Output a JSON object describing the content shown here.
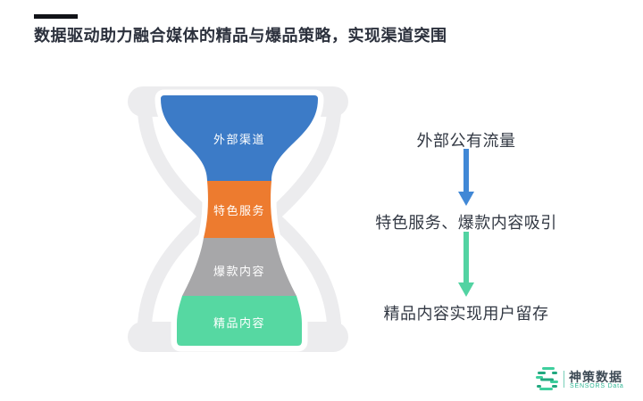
{
  "slide": {
    "title": "数据驱动助力融合媒体的精品与爆品策略，实现渠道突围"
  },
  "hourglass": {
    "frame_color": "#ececee",
    "label_color": "#ffffff",
    "segments": [
      {
        "label": "外部渠道",
        "color": "#3c7bc7"
      },
      {
        "label": "特色服务",
        "color": "#ed7b2f"
      },
      {
        "label": "爆款内容",
        "color": "#a7a7a9"
      },
      {
        "label": "精品内容",
        "color": "#56d8a2"
      }
    ]
  },
  "flow": {
    "steps": [
      "外部公有流量",
      "特色服务、爆款内容吸引",
      "精品内容实现用户留存"
    ],
    "arrow_colors": [
      "#4188d6",
      "#52d3a2"
    ]
  },
  "logo": {
    "name_cn": "神策数据",
    "name_en": "SENSORS Data",
    "accent_color": "#2fb694"
  }
}
